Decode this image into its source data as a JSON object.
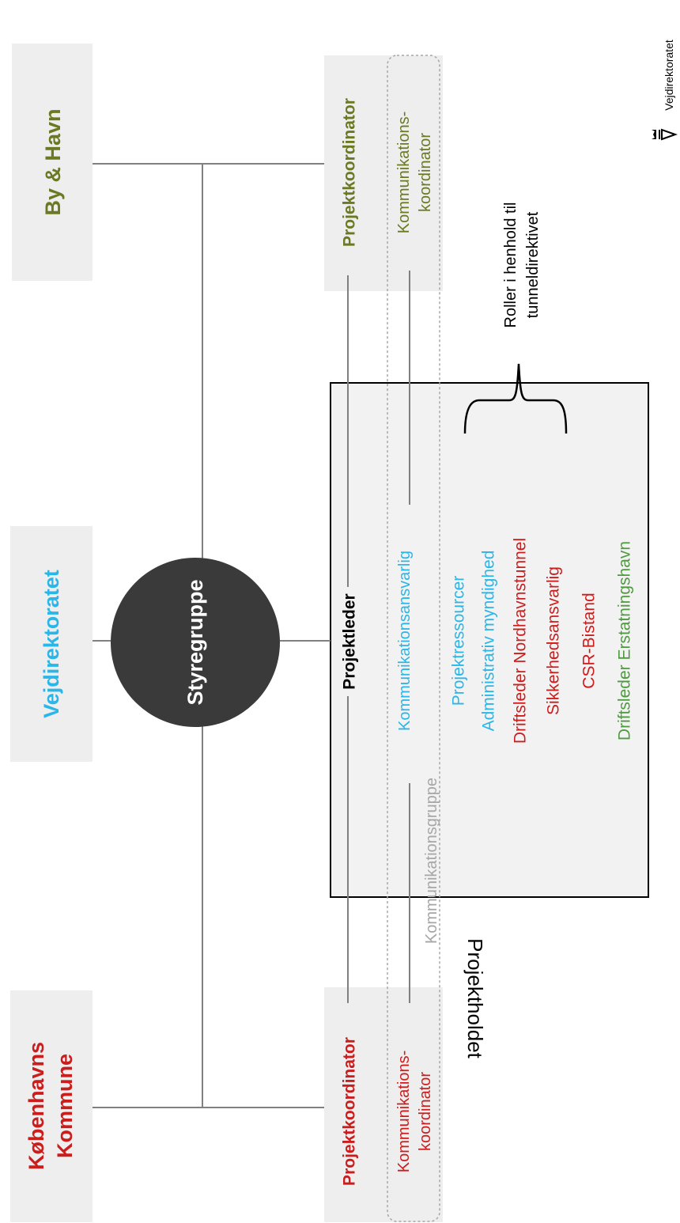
{
  "orgs": {
    "by_havn": "By & Havn",
    "vejdirektoratet": "Vejdirektoratet",
    "kobenhavns_kommune": [
      "Københavns",
      "Kommune"
    ]
  },
  "styregruppe": "Styregruppe",
  "coordinators": {
    "by_havn": {
      "projekt": "Projektkoordinator",
      "kommunikation": [
        "Kommunikations-",
        "koordinator"
      ]
    },
    "kk": {
      "projekt": "Projektkoordinator",
      "kommunikation": [
        "Kommunikations-",
        "koordinator"
      ]
    }
  },
  "projektholdet": {
    "label": "Projektholdet",
    "projektleder": "Projektleder",
    "kommunikationsansvarlig": "Kommunikationsansvarlig",
    "roles": [
      {
        "text": "Projektressourcer",
        "color": "#29b6e8"
      },
      {
        "text": "Administrativ myndighed",
        "color": "#29b6e8"
      },
      {
        "text": "Driftsleder Nordhavnstunnel",
        "color": "#cc1d1d"
      },
      {
        "text": "Sikkerhedsansvarlig",
        "color": "#cc1d1d"
      },
      {
        "text": "CSR-Bistand",
        "color": "#cc1d1d"
      },
      {
        "text": "Driftsleder Erstatningshavn",
        "color": "#4e9a3e"
      }
    ]
  },
  "kommunikationsgruppe": "Kommunikationsgruppe",
  "brace_note": [
    "Roller i henhold til",
    "tunneldirektivet"
  ],
  "logo_text": "Vejdirektoratet",
  "colors": {
    "by_havn": "#6b7a22",
    "vejdirektoratet": "#29b6e8",
    "kk": "#cc1d1d",
    "circle": "#3a3a3a",
    "box_bg": "#eeeeee",
    "line": "#808080",
    "grey_text": "#a6a6a6"
  }
}
